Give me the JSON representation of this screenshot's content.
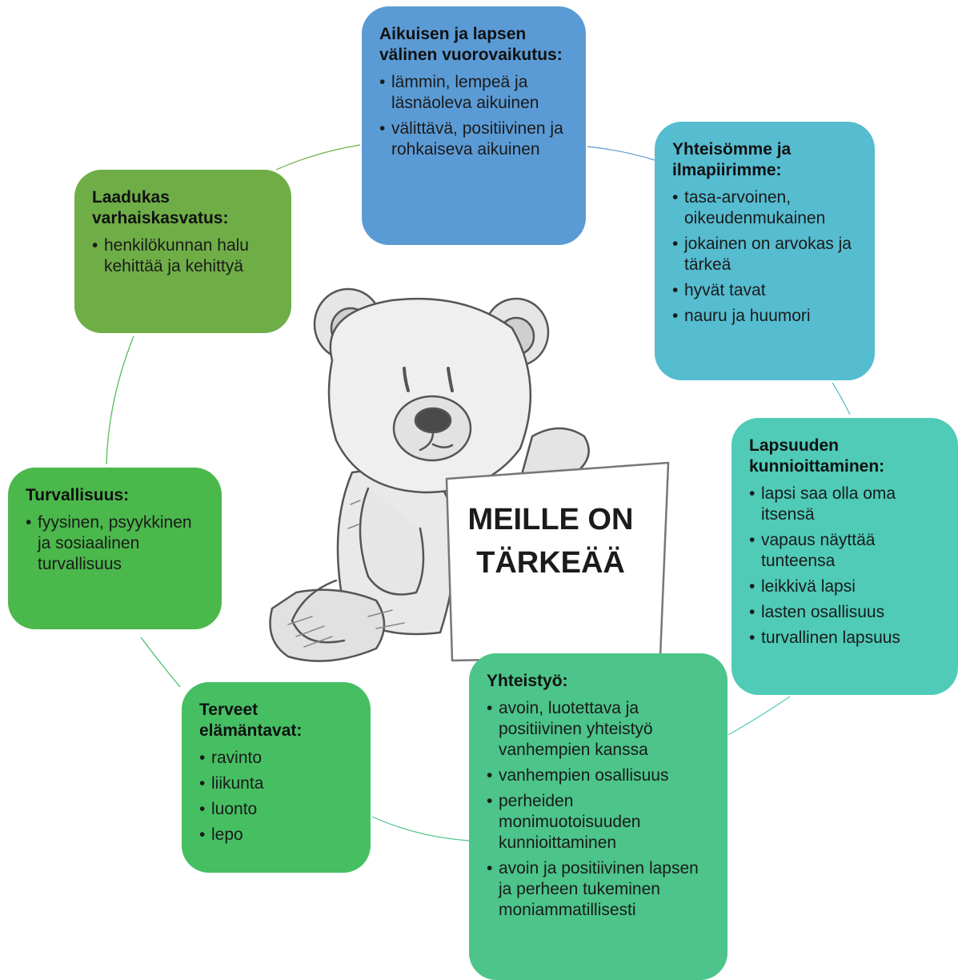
{
  "center": {
    "sign_text": "MEILLE ON\nTÄRKEÄÄ"
  },
  "nodes": {
    "vuorovaikutus": {
      "title": "Aikuisen ja lapsen välinen vuorovaikutus:",
      "items": [
        "lämmin, lempeä ja läsnäoleva aikuinen",
        "välittävä, positiivinen ja rohkaiseva aikuinen"
      ],
      "color": "#5b9bd5"
    },
    "yhteiso": {
      "title": "Yhteisömme ja ilmapiirimme:",
      "items": [
        "tasa-arvoinen, oikeudenmukainen",
        "jokainen on arvokas ja tärkeä",
        "hyvät tavat",
        "nauru ja huumori"
      ],
      "color": "#56bcd0"
    },
    "lapsuus": {
      "title": "Lapsuuden kunnioittaminen:",
      "items": [
        "lapsi saa olla oma itsensä",
        "vapaus näyttää tunteensa",
        "leikkivä lapsi",
        "lasten osallisuus",
        "turvallinen lapsuus"
      ],
      "color": "#4fcbb7"
    },
    "yhteistyo": {
      "title": "Yhteistyö:",
      "items": [
        "avoin, luotettava ja positiivinen yhteistyö vanhempien kanssa",
        "vanhempien osallisuus",
        "perheiden monimuotoisuuden kunnioittaminen",
        "avoin ja positiivinen lapsen ja perheen tukeminen moniammatillisesti"
      ],
      "color": "#4cc48a"
    },
    "elamantavat": {
      "title": "Terveet elämäntavat:",
      "items": [
        "ravinto",
        "liikunta",
        "luonto",
        "lepo"
      ],
      "color": "#46bf63"
    },
    "turvallisuus": {
      "title": "Turvallisuus:",
      "items": [
        "fyysinen, psyykkinen ja sosiaalinen turvallisuus"
      ],
      "color": "#4bb84c"
    },
    "laadukas": {
      "title": "Laadukas varhaiskasvatus:",
      "items": [
        "henkilökunnan halu kehittää ja kehittyä"
      ],
      "color": "#6fae47"
    }
  }
}
